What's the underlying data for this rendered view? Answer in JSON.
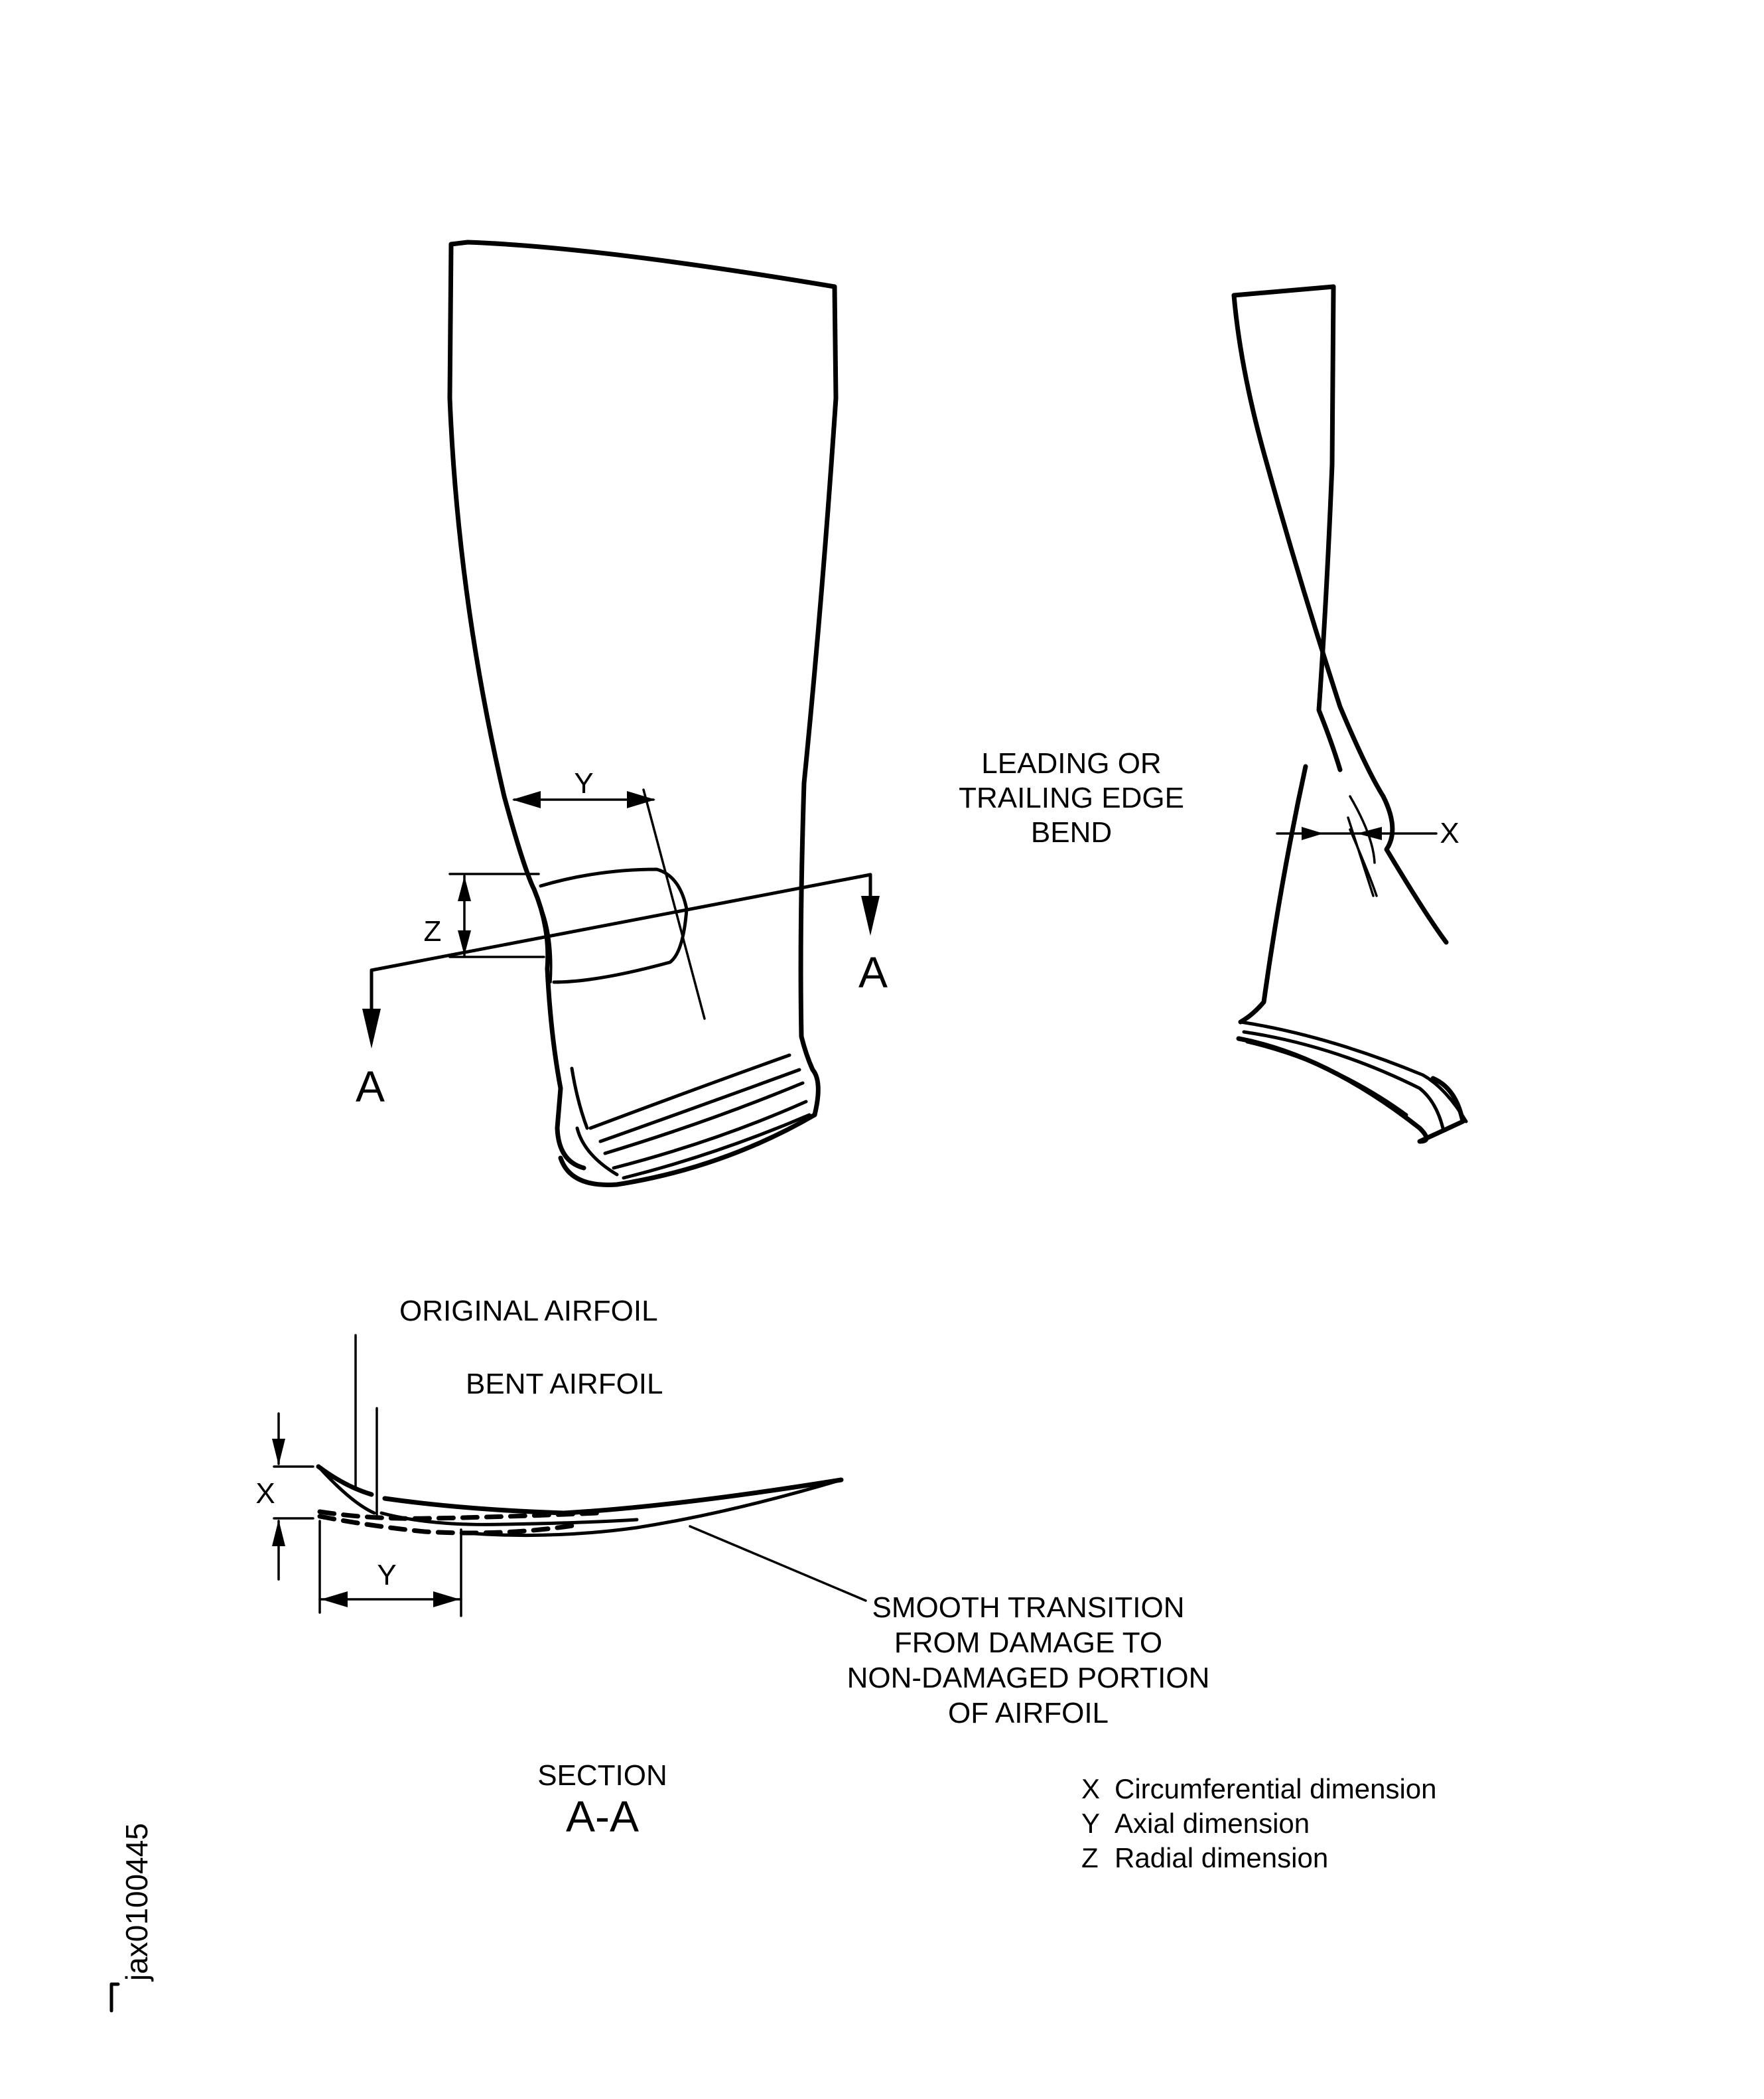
{
  "figure": {
    "id_tag": "jax0100445",
    "front_view": {
      "dim_y": "Y",
      "dim_z": "Z",
      "section_marker_left": "A",
      "section_marker_right": "A"
    },
    "side_view": {
      "caption_lines": [
        "LEADING OR",
        "TRAILING EDGE",
        "BEND"
      ],
      "dim_x": "X"
    },
    "section_view": {
      "callout_original": "ORIGINAL AIRFOIL",
      "callout_bent": "BENT AIRFOIL",
      "dim_x": "X",
      "dim_y": "Y",
      "transition_note_lines": [
        "SMOOTH TRANSITION",
        "FROM DAMAGE TO",
        "NON-DAMAGED PORTION",
        "OF AIRFOIL"
      ],
      "title_line1": "SECTION",
      "title_line2": "A-A"
    },
    "legend": [
      {
        "key": "X",
        "text": "Circumferential dimension"
      },
      {
        "key": "Y",
        "text": "Axial dimension"
      },
      {
        "key": "Z",
        "text": "Radial dimension"
      }
    ]
  }
}
